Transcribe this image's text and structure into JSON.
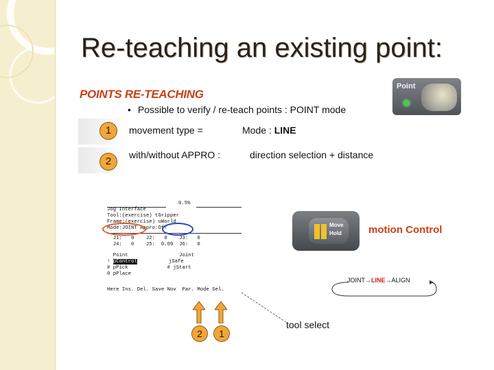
{
  "slide": {
    "title": "Re-teaching an existing point:"
  },
  "section": {
    "heading": "POINTS RE-TEACHING",
    "bullet": "Possible to verify / re-teach points : POINT mode",
    "bullet_marker": "•"
  },
  "rows": [
    {
      "number": "1",
      "label": "movement type =",
      "value_prefix": "Mode : ",
      "value_bold": "LINE"
    },
    {
      "number": "2",
      "label": "with/without APPRO  :",
      "value_prefix": "direction selection + distance",
      "value_bold": ""
    }
  ],
  "point_button": {
    "label": "Point"
  },
  "lcd": {
    "speed": "0.5%",
    "lines": [
      "Jog Interface",
      "Tool:(exercise) tGripper",
      "Frame:(exercise) uWorld",
      "Mode:JOINT Appro:Off",
      "",
      "  J1:   0    J2:   0    J3:   0",
      "  J4:   0    J5:  0.09  J6:   0",
      "",
      "  Point                 Joint",
      "!",
      "# pPick             # jStart",
      "0 pPlace"
    ],
    "highlight_point": "pControl",
    "joint_first": "jSafe",
    "softkeys": "Here Ins. Del. Save Nov  Par. Mode Sel."
  },
  "bottom_badges": [
    "2",
    "1"
  ],
  "move_button": {
    "line1": "Move",
    "line2": "Hold"
  },
  "motion_control": {
    "label": "motion Control"
  },
  "align_cycle": {
    "part1": "JOINT",
    "part2": "LINE",
    "part3": "ALIGN",
    "arrow": "→"
  },
  "tool_select": {
    "label": "tool select"
  },
  "colors": {
    "accent": "#c94016",
    "badge": "#f0a63a",
    "led": "#3cd24a",
    "band": "#f6efcf"
  }
}
